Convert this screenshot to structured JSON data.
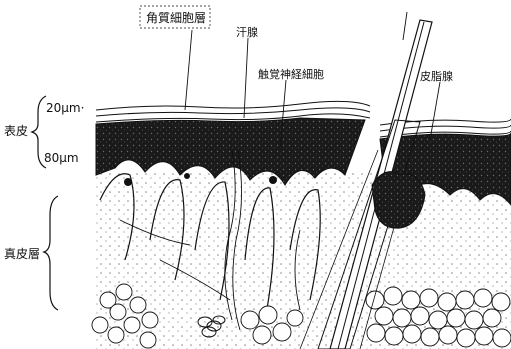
{
  "labels": {
    "stratum_corneum": "角質細胞層",
    "sweat_gland": "汗腺",
    "tactile_cell": "触覚神経細胞",
    "sebaceous_gland": "皮脂腺",
    "epidermis": "表皮",
    "thickness_top": "20μm·",
    "thickness_bottom": "80μm",
    "dermis": "真皮層"
  },
  "colors": {
    "ink": "#111111",
    "epidermis_fill": "#1a1a1a",
    "paper": "#ffffff"
  }
}
